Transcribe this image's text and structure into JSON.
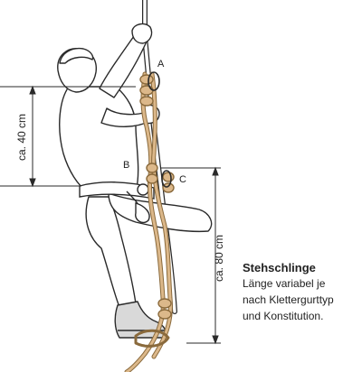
{
  "labels": {
    "a": "A",
    "b": "B",
    "c": "C"
  },
  "dimensions": {
    "upper": "ca. 40 cm",
    "lower": "ca. 80 cm"
  },
  "caption": {
    "title": "Stehschlinge",
    "lines": [
      "Länge variabel je",
      "nach Klettergurttyp",
      "und Konstitution."
    ]
  },
  "colors": {
    "rope": "#dcb88a",
    "rope_shadow": "#8a6a3c",
    "line": "#2a2a2a",
    "figure_fill": "#ffffff"
  }
}
